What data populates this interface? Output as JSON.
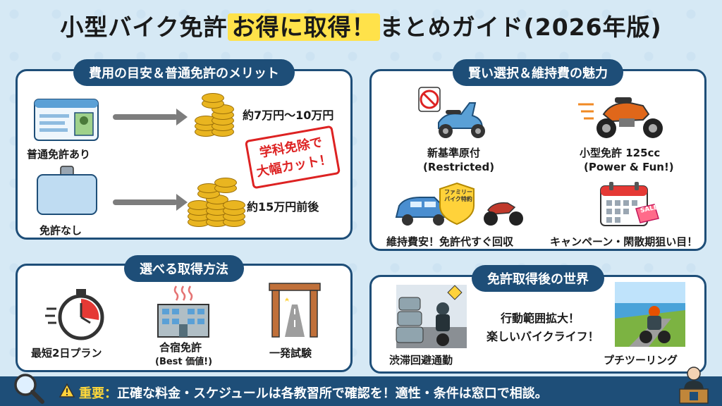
{
  "title": {
    "part1": "小型バイク免許",
    "highlight": "お得に取得！",
    "part2": "まとめガイド(2026年版)"
  },
  "panel_cost": {
    "heading": "費用の目安＆普通免許のメリット",
    "with_license_label": "普通免許あり",
    "with_license_cost": "約7万円〜10万円",
    "without_license_label": "免許なし",
    "without_license_cost": "約15万円前後",
    "stamp_line1": "学科免除で",
    "stamp_line2": "大幅カット！"
  },
  "panel_choice": {
    "heading": "賢い選択＆維持費の魅力",
    "item1_line1": "新基準原付",
    "item1_line2": "(Restricted)",
    "item2_line1": "小型免許 125cc",
    "item2_line2": "(Power & Fun!)",
    "shield_text": "ファミリーバイク特約",
    "sale_text": "SALE",
    "item3": "維持費安！免許代すぐ回収",
    "item4": "キャンペーン・閑散期狙い目！"
  },
  "panel_methods": {
    "heading": "選べる取得方法",
    "m1": "最短2日プラン",
    "m2_line1": "合宿免許",
    "m2_line2": "(Best 価値!)",
    "m3": "一発試験"
  },
  "panel_world": {
    "heading": "免許取得後の世界",
    "commute": "渋滞回避通勤",
    "msg_line1": "行動範囲拡大！",
    "msg_line2": "楽しいバイクライフ！",
    "touring": "プチツーリング"
  },
  "footer": {
    "important_label": "重要：",
    "text": "正確な料金・スケジュールは各教習所で確認を！適性・条件は窓口で相談。"
  },
  "colors": {
    "navy": "#1e4e78",
    "highlight": "#ffe24a",
    "coin": "#e9b520",
    "stamp": "#d22222"
  }
}
